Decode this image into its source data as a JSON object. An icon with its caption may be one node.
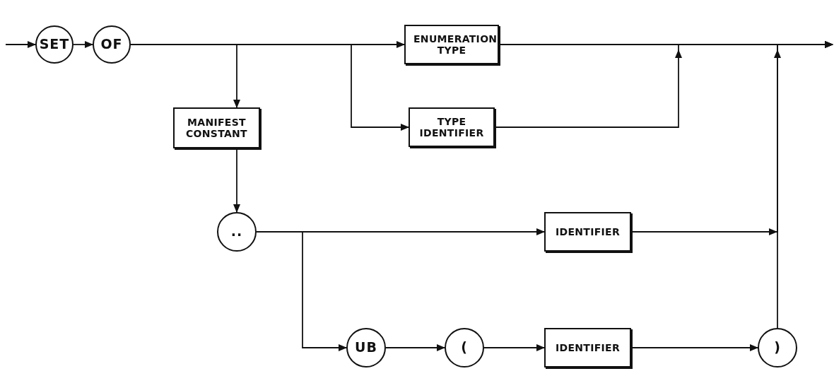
{
  "diagram": {
    "nodes": [
      {
        "text": [
          "SET"
        ]
      },
      {
        "text": [
          "OF"
        ]
      },
      {
        "text": [
          "ENUMERATION TYPE"
        ]
      },
      {
        "text": [
          "MANIFEST CONSTANT"
        ]
      },
      {
        "text": [
          "TYPE IDENTIFIER"
        ]
      },
      {
        "text": [
          ".."
        ]
      },
      {
        "text": [
          "IDENTIFIER"
        ]
      },
      {
        "text": [
          "UB"
        ]
      },
      {
        "text": [
          "("
        ]
      },
      {
        "text": [
          "IDENTIFIER"
        ]
      },
      {
        "text": [
          ")"
        ]
      }
    ],
    "edges": [
      {
        "from": null,
        "to": 0,
        "arrow": "to"
      },
      {
        "from": 0,
        "to": 1,
        "arrow": "to"
      },
      {
        "from": 1,
        "to": 2,
        "arrow": "to"
      },
      {
        "from": 1,
        "to": 4,
        "arrow": "to"
      },
      {
        "from": 1,
        "to": 3,
        "arrow": "to"
      },
      {
        "from": 3,
        "to": 5,
        "arrow": "to"
      },
      {
        "from": 5,
        "to": 6,
        "arrow": "to"
      },
      {
        "from": 5,
        "to": 7,
        "arrow": "to"
      },
      {
        "from": 7,
        "to": 8,
        "arrow": "to"
      },
      {
        "from": 8,
        "to": 9,
        "arrow": "to"
      },
      {
        "from": 9,
        "to": 10,
        "arrow": "to"
      },
      {
        "from": 2,
        "to": null,
        "arrow": "to"
      },
      {
        "from": 4,
        "to": null,
        "arrow": "to"
      },
      {
        "from": 6,
        "to": null,
        "arrow": "to"
      },
      {
        "from": 10,
        "to": null,
        "arrow": "to"
      }
    ]
  }
}
